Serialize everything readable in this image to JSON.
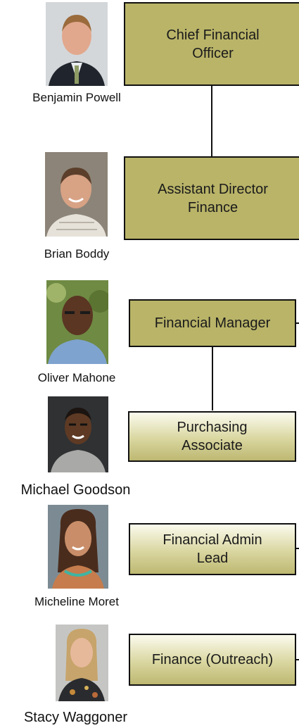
{
  "chart": {
    "nodes": [
      {
        "title": "Chief Financial Officer",
        "person": "Benjamin Powell"
      },
      {
        "title": "Assistant Director Finance",
        "person": "Brian Boddy"
      },
      {
        "title": "Financial Manager",
        "person": "Oliver Mahone"
      },
      {
        "title": "Purchasing Associate",
        "person": "Michael Goodson"
      },
      {
        "title": "Financial Admin Lead",
        "person": "Micheline Moret"
      },
      {
        "title": "Finance (Outreach)",
        "person": "Stacy Waggoner"
      }
    ]
  },
  "colors": {
    "box_fill": "#b9b468",
    "box_border": "#111111",
    "connector": "#111111"
  },
  "icons": [
    "portrait-photo"
  ]
}
